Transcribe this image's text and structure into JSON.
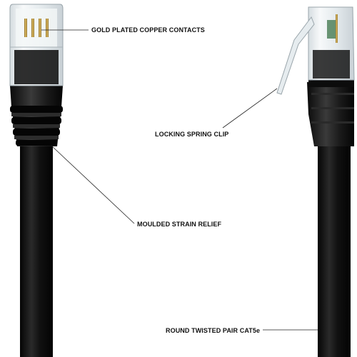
{
  "labels": {
    "contacts": "GOLD PLATED COPPER CONTACTS",
    "clip": "LOCKING SPRING CLIP",
    "strain_relief": "MOULDED STRAIN RELIEF",
    "cable": "ROUND TWISTED PAIR CAT5e"
  },
  "colors": {
    "cable": "#0b0b0b",
    "connector_clear": "#eef2f4",
    "contacts_gold": "#c49a3c",
    "leader_line": "#222222"
  }
}
